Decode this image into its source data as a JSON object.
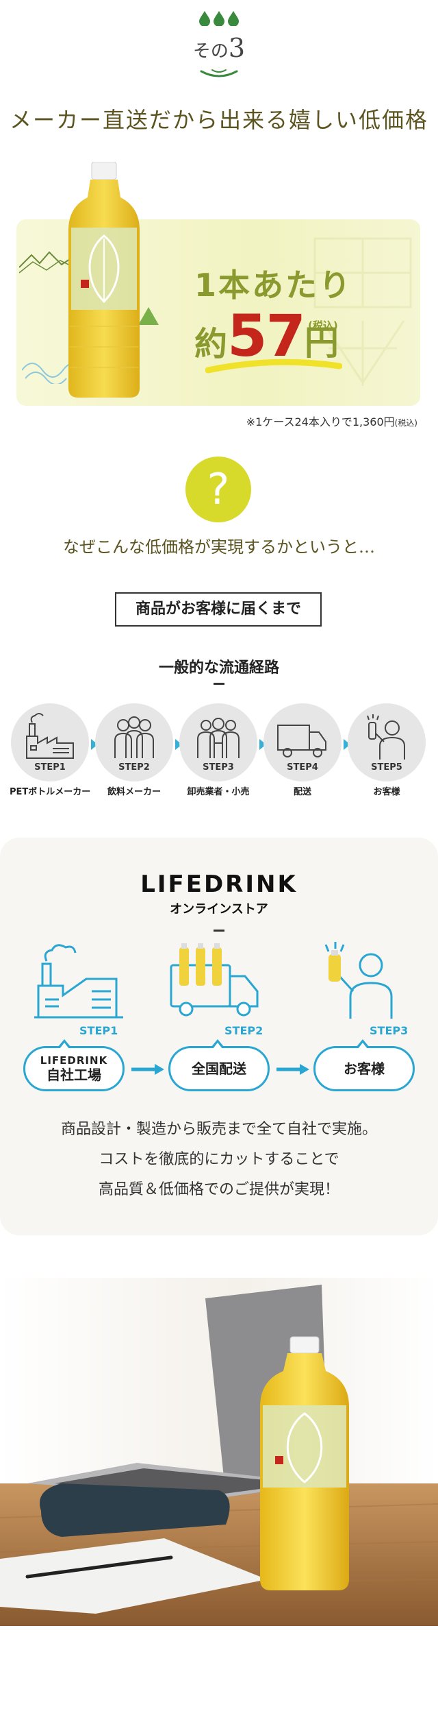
{
  "section": {
    "label_prefix": "その",
    "label_number": "3",
    "headline": "メーカー直送だから出来る嬉しい低価格"
  },
  "price": {
    "line1": "1本あたり",
    "prefix": "約",
    "amount": "57",
    "unit": "円",
    "tax": "(税込)",
    "note_main": "※1ケース24本入りで1,360円",
    "note_small": "(税込)"
  },
  "question": {
    "mark": "?",
    "text": "なぜこんな低価格が実現するかというと…"
  },
  "distribution": {
    "box_title": "商品がお客様に届くまで",
    "general_title": "一般的な流通経路",
    "steps": [
      {
        "step": "STEP1",
        "label": "PETボトルメーカー",
        "icon": "factory-icon"
      },
      {
        "step": "STEP2",
        "label": "飲料メーカー",
        "icon": "workers-icon"
      },
      {
        "step": "STEP3",
        "label": "卸売業者・小売",
        "icon": "staff-icon"
      },
      {
        "step": "STEP4",
        "label": "配送",
        "icon": "truck-icon"
      },
      {
        "step": "STEP5",
        "label": "お客様",
        "icon": "customer-icon"
      }
    ]
  },
  "lifedrink": {
    "logo": "LIFEDRINK",
    "subtitle": "オンラインストア",
    "steps": [
      {
        "step": "STEP1",
        "brand": "LIFEDRINK",
        "label": "自社工場"
      },
      {
        "step": "STEP2",
        "label": "全国配送"
      },
      {
        "step": "STEP3",
        "label": "お客様"
      }
    ],
    "description": [
      "商品設計・製造から販売まで全て自社で実施。",
      "コストを徹底的にカットすることで",
      "高品質＆低価格でのご提供が実現！"
    ]
  },
  "colors": {
    "accent_green": "#8a9a2e",
    "price_red": "#c4261c",
    "question_yellow": "#d7d92b",
    "flow_blue": "#2aa6d2",
    "headline_olive": "#5c5420",
    "drop_green": "#3a8a3e"
  }
}
